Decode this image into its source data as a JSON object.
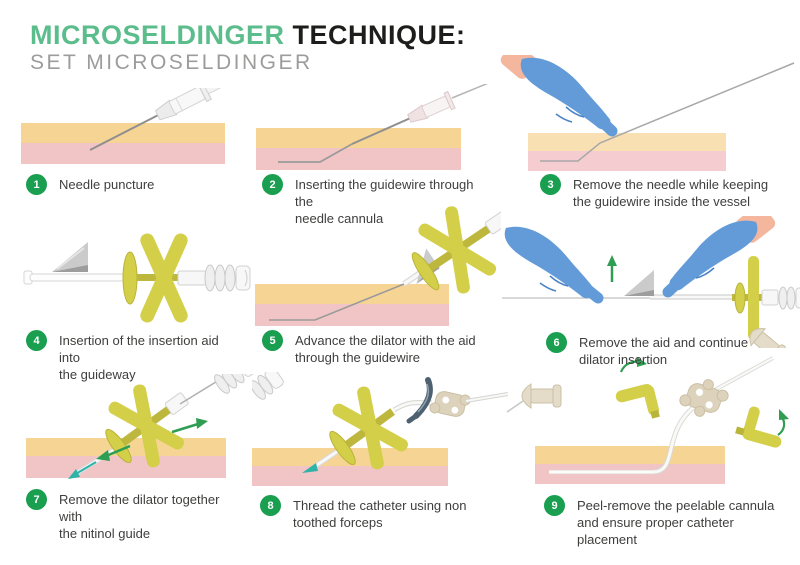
{
  "header": {
    "title_highlight": "MICROSELDINGER",
    "title_rest": " TECHNIQUE:",
    "subtitle": "SET MICROSELDINGER"
  },
  "colors": {
    "accent_green": "#5cbd8c",
    "step_circle_green": "#1a9e50",
    "skin_top": "#f6d494",
    "skin_bottom": "#f1c5c6",
    "device_yellow_green": "#d3cf49",
    "glove_blue": "#639bd9",
    "cuff_peach": "#f4b79e",
    "arrow_green": "#2f9e52",
    "arrow_teal": "#2fb3a8",
    "caption_text": "#3e3e3d",
    "subtitle_gray": "#9c9c9b"
  },
  "steps": [
    {
      "number": "1",
      "caption": "Needle puncture",
      "illustration": "needle-puncture-illustration"
    },
    {
      "number": "2",
      "caption": "Inserting the guidewire through the\nneedle cannula",
      "illustration": "guidewire-insertion-illustration"
    },
    {
      "number": "3",
      "caption": "Remove the needle while keeping\nthe guidewire inside the vessel",
      "illustration": "needle-removal-illustration"
    },
    {
      "number": "4",
      "caption": "Insertion of the insertion aid into\nthe guideway",
      "illustration": "insertion-aid-illustration"
    },
    {
      "number": "5",
      "caption": "Advance the dilator with the aid\nthrough the guidewire",
      "illustration": "dilator-advance-illustration"
    },
    {
      "number": "6",
      "caption": "Remove the aid and continue\ndilator insertion",
      "illustration": "aid-removal-illustration"
    },
    {
      "number": "7",
      "caption": "Remove the dilator together with\nthe nitinol guide",
      "illustration": "dilator-removal-illustration"
    },
    {
      "number": "8",
      "caption": "Thread the catheter using non\ntoothed forceps",
      "illustration": "catheter-threading-illustration"
    },
    {
      "number": "9",
      "caption": "Peel-remove the peelable cannula\nand ensure proper catheter\nplacement",
      "illustration": "peel-cannula-illustration"
    }
  ]
}
